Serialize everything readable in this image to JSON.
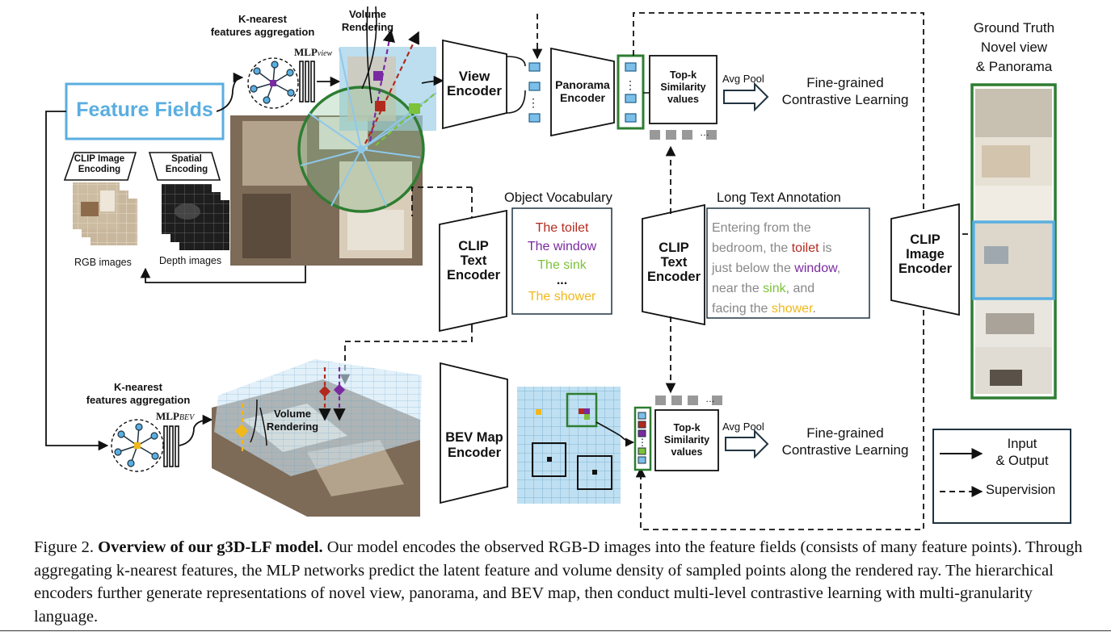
{
  "figure": {
    "feature_fields": "Feature Fields",
    "clip_image_encoding": [
      "CLIP Image",
      "Encoding"
    ],
    "spatial_encoding": [
      "Spatial",
      "Encoding"
    ],
    "rgb_images": "RGB images",
    "depth_images": "Depth images",
    "knn_top": [
      "K-nearest",
      "features aggregation"
    ],
    "knn_bottom": [
      "K-nearest",
      "features aggregation"
    ],
    "mlp_view_base": "MLP",
    "mlp_view_sub": "view",
    "mlp_bev_base": "MLP",
    "mlp_bev_sub": "BEV",
    "volume_rendering_top": [
      "Volume",
      "Rendering"
    ],
    "volume_rendering_bottom": [
      "Volume",
      "Rendering"
    ],
    "view_encoder": [
      "View",
      "Encoder"
    ],
    "panorama_encoder": [
      "Panorama",
      "Encoder"
    ],
    "topk_top": [
      "Top-k",
      "Similarity",
      "values"
    ],
    "topk_bottom": [
      "Top-k",
      "Similarity",
      "values"
    ],
    "avg_pool_top": "Avg Pool",
    "avg_pool_bottom": "Avg Pool",
    "fine_grained_top": [
      "Fine-grained",
      "Contrastive Learning"
    ],
    "fine_grained_bottom": [
      "Fine-grained",
      "Contrastive Learning"
    ],
    "ground_truth": [
      "Ground Truth",
      "Novel view",
      "& Panorama"
    ],
    "object_vocabulary_title": "Object Vocabulary",
    "object_vocabulary": [
      {
        "text": "The toilet",
        "color": "#b22a1d"
      },
      {
        "text": "The window",
        "color": "#7a2aa0"
      },
      {
        "text": "The sink",
        "color": "#7cc23a"
      },
      {
        "text": "...",
        "color": "#111111"
      },
      {
        "text": "The shower",
        "color": "#f0b81a"
      }
    ],
    "clip_text_encoder_1": [
      "CLIP",
      "Text",
      "Encoder"
    ],
    "clip_text_encoder_2": [
      "CLIP",
      "Text",
      "Encoder"
    ],
    "clip_image_encoder": [
      "CLIP",
      "Image",
      "Encoder"
    ],
    "long_text_title": "Long Text Annotation",
    "long_text_lines": [
      [
        {
          "t": "Entering from the",
          "c": "#888888"
        }
      ],
      [
        {
          "t": "bedroom, the ",
          "c": "#888888"
        },
        {
          "t": "toilet",
          "c": "#b22a1d"
        },
        {
          "t": " is",
          "c": "#888888"
        }
      ],
      [
        {
          "t": "just below the ",
          "c": "#888888"
        },
        {
          "t": "window",
          "c": "#7a2aa0"
        },
        {
          "t": ",",
          "c": "#888888"
        }
      ],
      [
        {
          "t": "near the ",
          "c": "#888888"
        },
        {
          "t": "sink",
          "c": "#7cc23a"
        },
        {
          "t": ", and",
          "c": "#888888"
        }
      ],
      [
        {
          "t": "facing the ",
          "c": "#888888"
        },
        {
          "t": "shower",
          "c": "#f0b81a"
        },
        {
          "t": ".",
          "c": "#888888"
        }
      ]
    ],
    "bev_map_encoder": [
      "BEV Map",
      "Encoder"
    ],
    "legend_input_output": [
      "Input",
      "& Output"
    ],
    "legend_supervision": "Supervision",
    "colors": {
      "feature_blue": "#5aaee0",
      "frame_green": "#2e7d32",
      "token_blue": "#7cc0ea",
      "dark": "#1f3340"
    }
  },
  "caption": {
    "prefix": "Figure 2. ",
    "bold": "Overview of our g3D-LF model.",
    "text": " Our model encodes the observed RGB-D images into the feature fields (consists of many feature points). Through aggregating k-nearest features, the MLP networks predict the latent feature and volume density of sampled points along the rendered ray. The hierarchical encoders further generate representations of novel view, panorama, and BEV map, then conduct multi-level contrastive learning with multi-granularity language."
  }
}
